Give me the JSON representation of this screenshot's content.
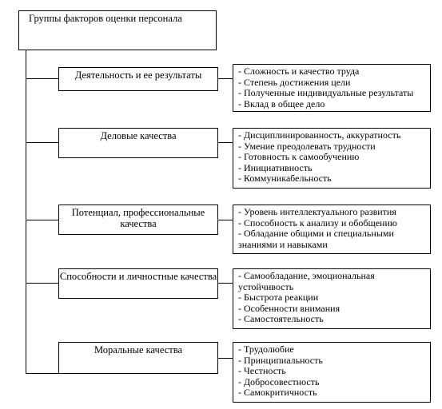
{
  "root": {
    "title": "Группы факторов оценки персонала"
  },
  "categories": [
    {
      "label": "Деятельность и ее результаты",
      "items": [
        "- Сложность и качество труда",
        "- Степень достижения цели",
        "- Полученные индивидуальные результаты",
        "- Вклад в общее дело"
      ]
    },
    {
      "label": "Деловые качества",
      "items": [
        "- Дисциплинированность, аккуратность",
        "- Умение преодолевать трудности",
        "- Готовность к самообучению",
        "- Инициативность",
        "- Коммуникабельность"
      ]
    },
    {
      "label": "Потенциал, профессиональные качества",
      "items": [
        "- Уровень интеллектуального развития",
        "- Способность к анализу и обобщению",
        "- Обладание общими и специальными знаниями и навыками"
      ]
    },
    {
      "label": "Способности и личностные качества",
      "items": [
        "- Самообладание, эмоциональная устойчивость",
        "- Быстрота реакции",
        "- Особенности внимания",
        "- Самостоятельность"
      ]
    },
    {
      "label": "Моральные качества",
      "items": [
        "- Трудолюбие",
        "- Принципиальность",
        "- Честность",
        "- Добросовестность",
        "- Самокритичность"
      ]
    }
  ]
}
